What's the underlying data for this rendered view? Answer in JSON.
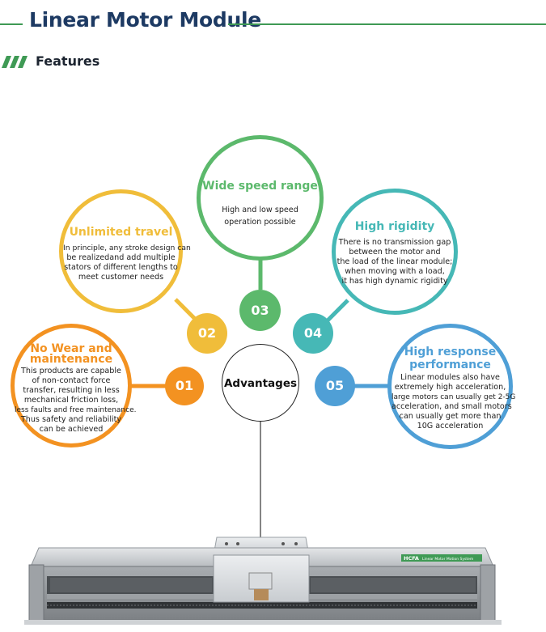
{
  "page": {
    "title": "Linear Motor Module",
    "section": "Features"
  },
  "center": {
    "label": "Advantages"
  },
  "features": [
    {
      "number": "01",
      "color": "#f39221",
      "title_lines": [
        "No Wear and",
        "maintenance"
      ],
      "desc_lines": [
        "This products are capable",
        "of non-contact force",
        "transfer, resulting in less",
        "mechanical friction loss,",
        "less faults and free maintenance.",
        "Thus safety and reliability",
        "can be achieved"
      ]
    },
    {
      "number": "02",
      "color": "#f0bd3a",
      "title_lines": [
        "Unlimited travel"
      ],
      "desc_lines": [
        "In principle, any stroke design can",
        "be realizedand add multiple",
        "stators of different lengths to",
        "meet customer needs"
      ]
    },
    {
      "number": "03",
      "color": "#5cb96c",
      "title_lines": [
        "Wide speed range"
      ],
      "desc_lines": [
        "High and low speed",
        "operation possible"
      ]
    },
    {
      "number": "04",
      "color": "#46b8b6",
      "title_lines": [
        "High rigidity"
      ],
      "desc_lines": [
        "There is no transmission gap",
        "between the motor and",
        "the load of the linear module;",
        "when moving with a load,",
        "it has high dynamic rigidity"
      ]
    },
    {
      "number": "05",
      "color": "#4f9fd6",
      "title_lines": [
        "High response",
        "performance"
      ],
      "desc_lines": [
        "Linear modules also have",
        "extremely high acceleration,",
        "large motors can usually get 2-5G",
        "acceleration, and small motors",
        "can usually get more than",
        "10G acceleration"
      ]
    }
  ],
  "product": {
    "brand": "HCFA",
    "label": "Linear Motor Motion System"
  }
}
